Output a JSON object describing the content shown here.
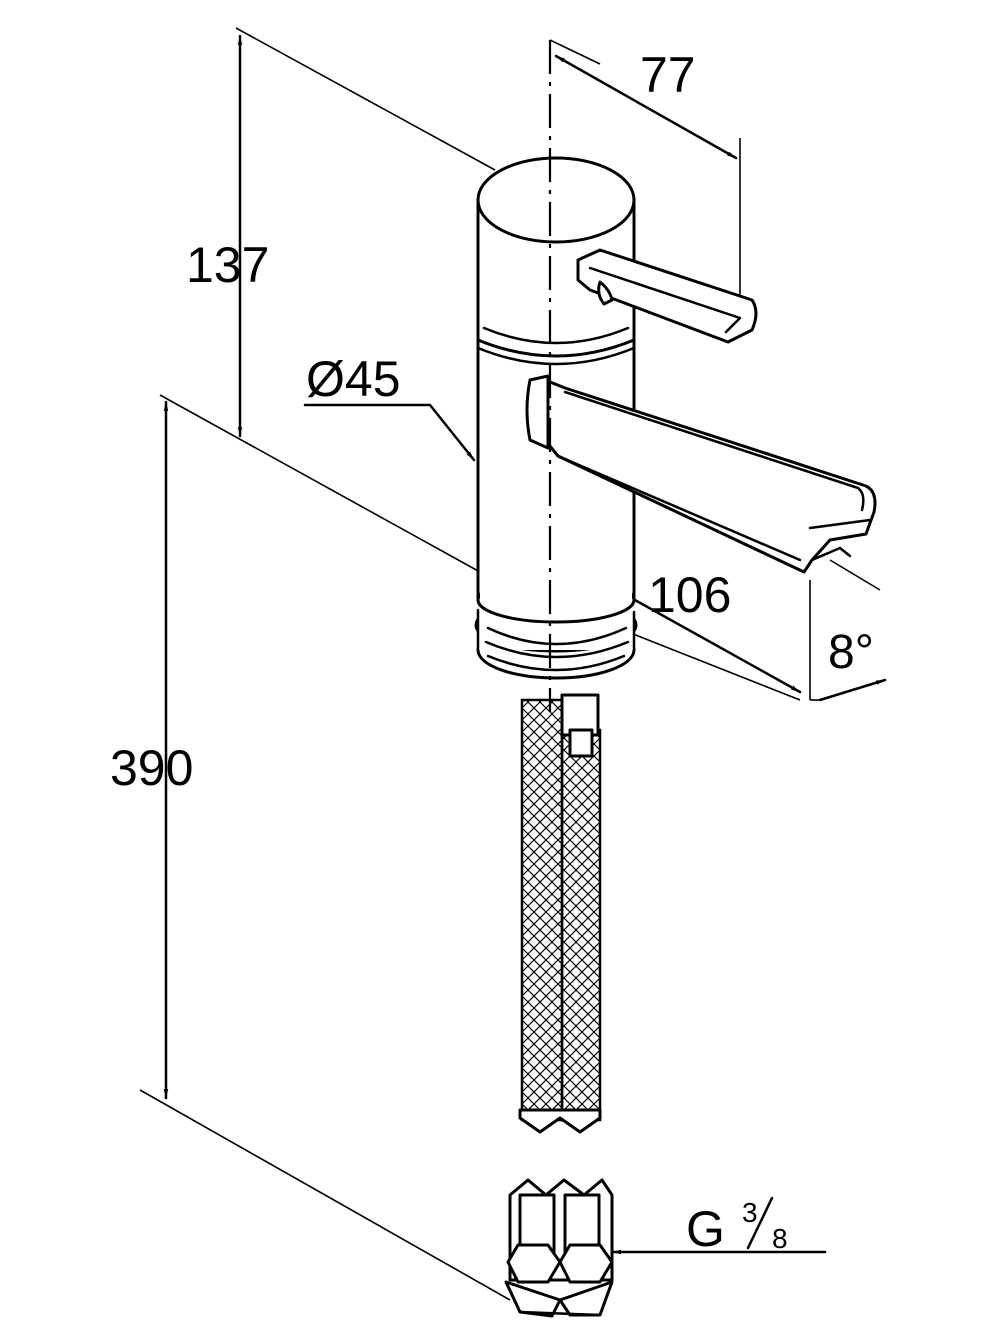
{
  "dimensions": {
    "top_reach": "77",
    "body_height": "137",
    "diameter": "Ø45",
    "spout_reach": "106",
    "angle": "8°",
    "total_height": "390",
    "connection_letter": "G",
    "connection_num": "3",
    "connection_den": "8"
  },
  "colors": {
    "line": "#000000",
    "background": "#ffffff"
  }
}
